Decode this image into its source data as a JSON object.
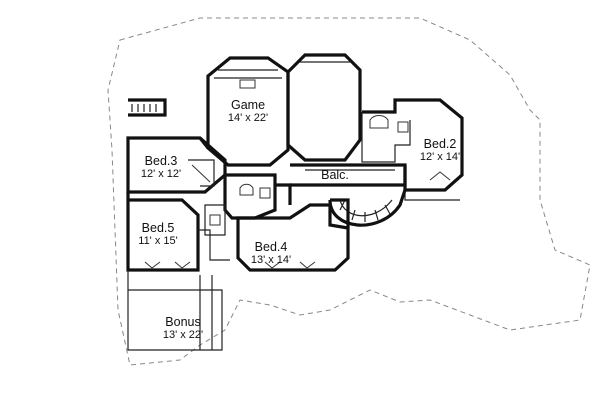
{
  "rooms": {
    "game": {
      "name": "Game",
      "dims": "14' x 22'"
    },
    "bed2": {
      "name": "Bed.2",
      "dims": "12' x 14'"
    },
    "bed3": {
      "name": "Bed.3",
      "dims": "12' x 12'"
    },
    "bed4": {
      "name": "Bed.4",
      "dims": "13' x 14'"
    },
    "bed5": {
      "name": "Bed.5",
      "dims": "11' x 15'"
    },
    "bonus": {
      "name": "Bonus",
      "dims": "13' x 22'"
    }
  },
  "areas": {
    "balcony": {
      "name": "Balc."
    }
  },
  "colors": {
    "wall": "#111111",
    "roof_outline": "#888888",
    "background": "#ffffff"
  }
}
